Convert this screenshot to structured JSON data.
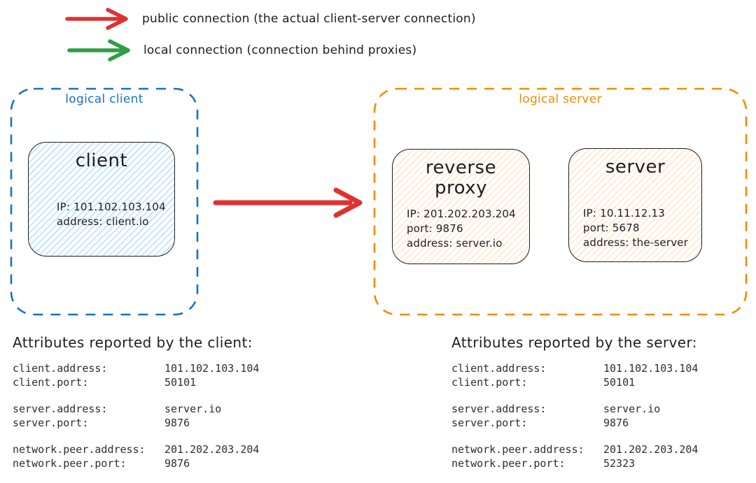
{
  "legend": {
    "items": [
      {
        "name": "public-connection",
        "color": "#e03131",
        "label": "public connection (the actual client-server connection)"
      },
      {
        "name": "local-connection",
        "color": "#2f9e44",
        "label": "local connection (connection behind proxies)"
      }
    ]
  },
  "diagram": {
    "connection_arrow": {
      "color": "#e03131"
    },
    "logical_client": {
      "label": "logical client",
      "border_color": "#1971c2",
      "nodes": [
        {
          "title": "client",
          "fill_color": "#a5d8ff",
          "lines": [
            "IP: 101.102.103.104",
            "address: client.io"
          ]
        }
      ]
    },
    "logical_server": {
      "label": "logical server",
      "border_color": "#f08c00",
      "nodes": [
        {
          "title": "reverse proxy",
          "fill_color": "#ffd8a8",
          "lines": [
            "IP: 201.202.203.204",
            "port: 9876",
            "address: server.io"
          ]
        },
        {
          "title": "server",
          "fill_color": "#ffd8a8",
          "lines": [
            "IP: 10.11.12.13",
            "port: 5678",
            "address: the-server"
          ]
        }
      ]
    }
  },
  "attributes": {
    "client_panel": {
      "heading": "Attributes reported by the client:",
      "groups": [
        {
          "rows": [
            {
              "key": "client.address:",
              "value": "101.102.103.104"
            },
            {
              "key": "client.port:",
              "value": "50101"
            }
          ]
        },
        {
          "rows": [
            {
              "key": "server.address:",
              "value": "server.io"
            },
            {
              "key": "server.port:",
              "value": "9876"
            }
          ]
        },
        {
          "rows": [
            {
              "key": "network.peer.address:",
              "value": "201.202.203.204"
            },
            {
              "key": "network.peer.port:",
              "value": "9876"
            }
          ]
        }
      ]
    },
    "server_panel": {
      "heading": "Attributes reported by the server:",
      "groups": [
        {
          "rows": [
            {
              "key": "client.address:",
              "value": "101.102.103.104"
            },
            {
              "key": "client.port:",
              "value": "50101"
            }
          ]
        },
        {
          "rows": [
            {
              "key": "server.address:",
              "value": "server.io"
            },
            {
              "key": "server.port:",
              "value": "9876"
            }
          ]
        },
        {
          "rows": [
            {
              "key": "network.peer.address:",
              "value": "201.202.203.204"
            },
            {
              "key": "network.peer.port:",
              "value": "52323"
            }
          ]
        }
      ]
    }
  }
}
